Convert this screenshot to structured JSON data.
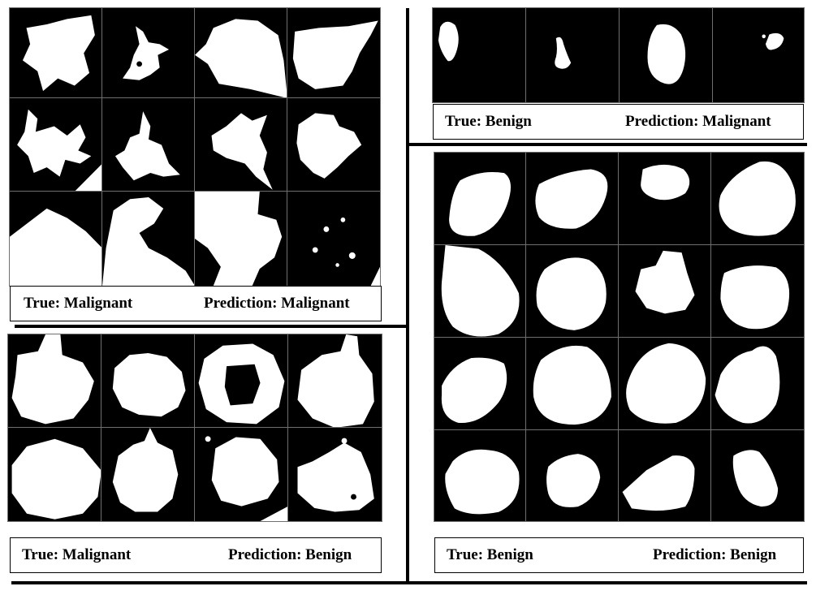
{
  "panels": {
    "top_left": {
      "true_label": "True: Malignant",
      "prediction_label": "Prediction: Malignant",
      "tile_count": 12
    },
    "top_right": {
      "true_label": "True: Benign",
      "prediction_label": "Prediction: Malignant",
      "tile_count": 4
    },
    "bottom_left": {
      "true_label": "True: Malignant",
      "prediction_label": "Prediction: Benign",
      "tile_count": 8
    },
    "bottom_right": {
      "true_label": "True: Benign",
      "prediction_label": "Prediction: Benign",
      "tile_count": 16
    }
  },
  "colors": {
    "mask_background": "#000000",
    "mask_foreground": "#ffffff",
    "frame": "#000000"
  }
}
